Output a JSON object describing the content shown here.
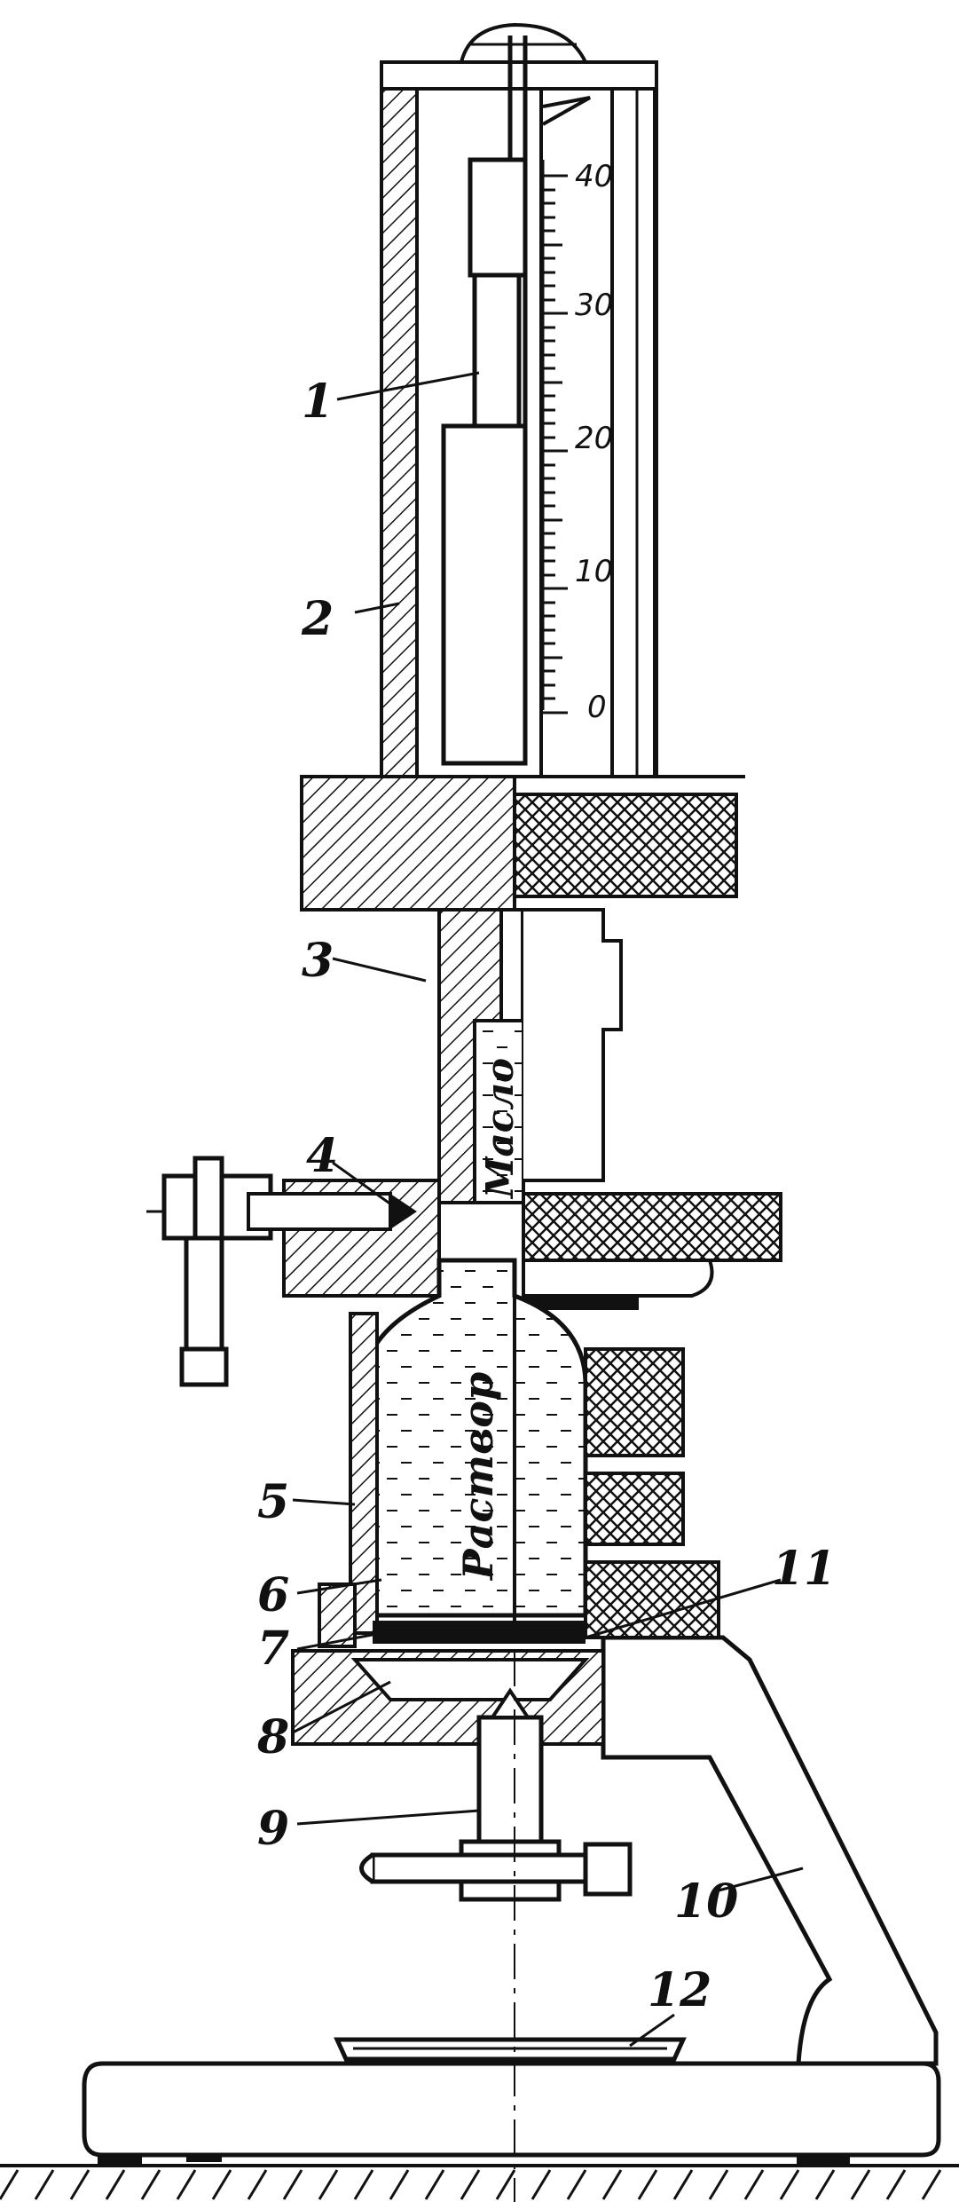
{
  "scale_ticks": [
    "40",
    "30",
    "20",
    "10",
    "0"
  ],
  "fluid_labels": {
    "oil": "Масло",
    "solution": "Раствор"
  },
  "callouts": [
    "1",
    "2",
    "3",
    "4",
    "5",
    "6",
    "7",
    "8",
    "9",
    "10",
    "11",
    "12"
  ],
  "colors": {
    "ink": "#111111",
    "paper": "#ffffff"
  }
}
